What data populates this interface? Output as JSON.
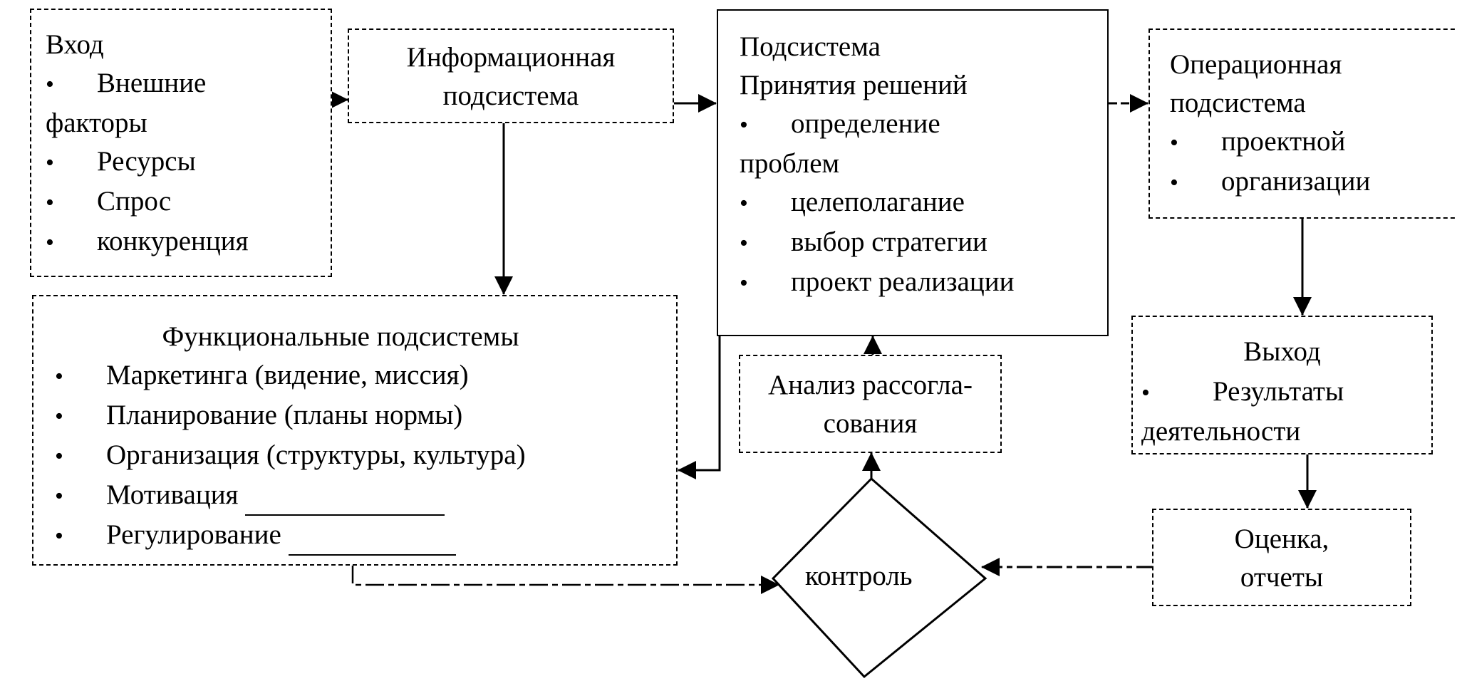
{
  "diagram": {
    "input_box": {
      "title": "Вход",
      "items": [
        "Внешние",
        "факторы",
        "Ресурсы",
        "Спрос",
        "конкуренция"
      ]
    },
    "info_box": {
      "lines": [
        "Информационная",
        "подсистема"
      ]
    },
    "decision_box": {
      "title_lines": [
        "Подсистема",
        "Принятия решений"
      ],
      "items": [
        "определение",
        "проблем",
        "целеполагание",
        "выбор стратегии",
        "проект реализации"
      ]
    },
    "operational_box": {
      "title_lines": [
        "Операционная",
        "подсистема"
      ],
      "items": [
        "проектной",
        "организации"
      ]
    },
    "functional_box": {
      "title": "Функциональные подсистемы",
      "items": [
        "Маркетинга (видение, миссия)",
        "Планирование (планы нормы)",
        "Организация (структуры, культура)",
        "Мотивация",
        "Регулирование"
      ]
    },
    "analysis_box": {
      "lines": [
        "Анализ рассогла-",
        "сования"
      ]
    },
    "output_box": {
      "title": "Выход",
      "items": [
        "Результаты",
        "деятельности"
      ]
    },
    "evaluation_box": {
      "lines": [
        "Оценка,",
        "отчеты"
      ]
    },
    "control_node": {
      "label": "контроль"
    }
  }
}
